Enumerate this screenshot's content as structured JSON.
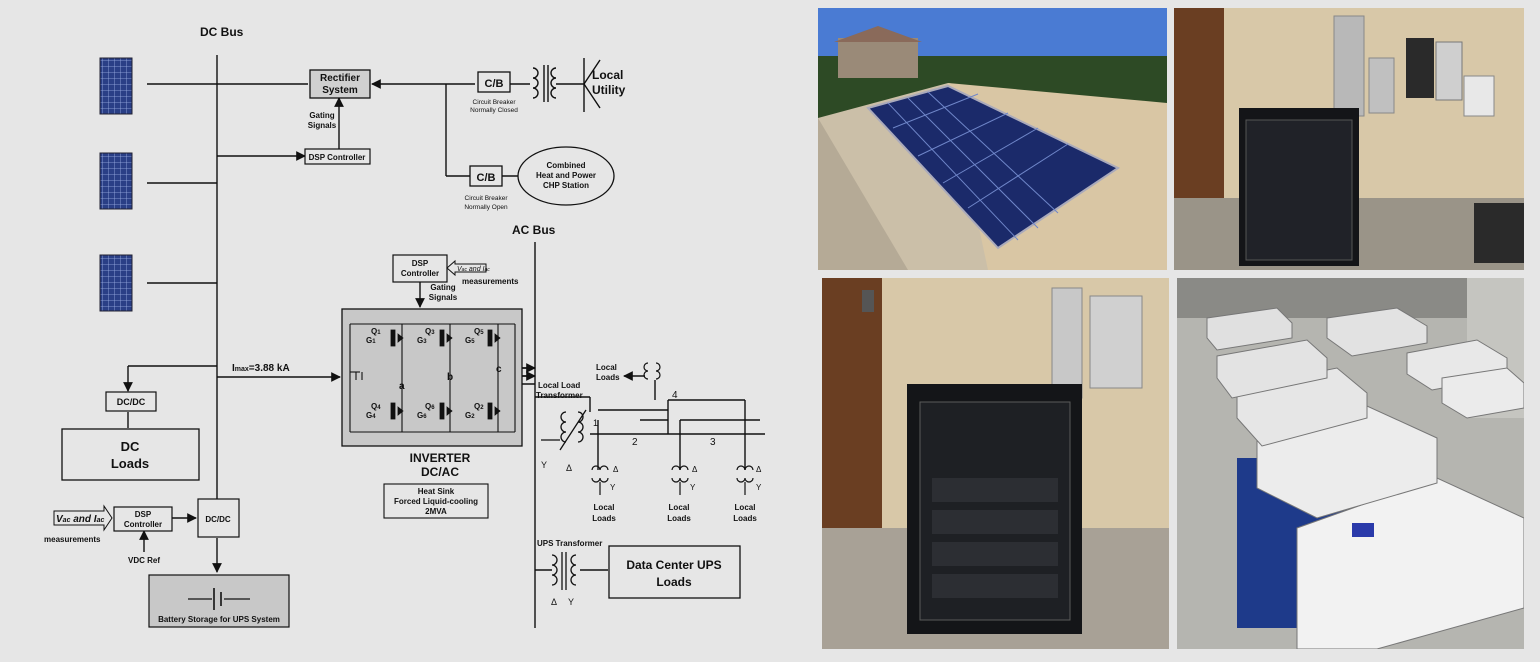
{
  "diagram": {
    "dc_bus": "DC Bus",
    "ac_bus": "AC Bus",
    "rectifier_line1": "Rectifier",
    "rectifier_line2": "System",
    "cb": "C/B",
    "cb_closed_line1": "Circuit Breaker",
    "cb_closed_line2": "Normally Closed",
    "cb_open_line1": "Circuit Breaker",
    "cb_open_line2": "Normally Open",
    "local_utility_line1": "Local",
    "local_utility_line2": "Utility",
    "chp_line1": "Combined",
    "chp_line2": "Heat and Power",
    "chp_line3": "CHP Station",
    "gating_line1": "Gating",
    "gating_line2": "Signals",
    "dsp_controller": "DSP Controller",
    "dsp_line1": "DSP",
    "dsp_line2": "Controller",
    "vac_iac_and": "and",
    "measurements": "measurements",
    "imax": "=3.88 kA",
    "dc_dc": "DC/DC",
    "dc_loads_line1": "DC",
    "dc_loads_line2": "Loads",
    "vdc_ref": "VDC Ref",
    "battery": "Battery Storage for UPS System",
    "inverter_line1": "INVERTER",
    "inverter_line2": "DC/AC",
    "heatsink_line1": "Heat Sink",
    "heatsink_line2": "Forced Liquid-cooling",
    "heatsink_line3": "2MVA",
    "node_a": "a",
    "node_b": "b",
    "node_c": "c",
    "local_load_transformer_line1": "Local Load",
    "local_load_transformer_line2": "Transformer",
    "local_line1": "Local",
    "local_line2": "Loads",
    "ups_transformer": "UPS Transformer",
    "datacenter_line1": "Data Center UPS",
    "datacenter_line2": "Loads",
    "bus_1": "1",
    "bus_2": "2",
    "bus_3": "3",
    "bus_4": "4",
    "sym_delta": "Δ",
    "sym_wye": "Y"
  },
  "colors": {
    "background": "#e6e6e6",
    "inverter_fill": "#c8c8c8",
    "panel_blue": "#2a3f86",
    "sky": "#4a7bd3",
    "wall": "#d8c8a8",
    "cabinet": "#141518",
    "battery_white": "#f2f2f2",
    "pallet_blue": "#1e3a8a"
  }
}
